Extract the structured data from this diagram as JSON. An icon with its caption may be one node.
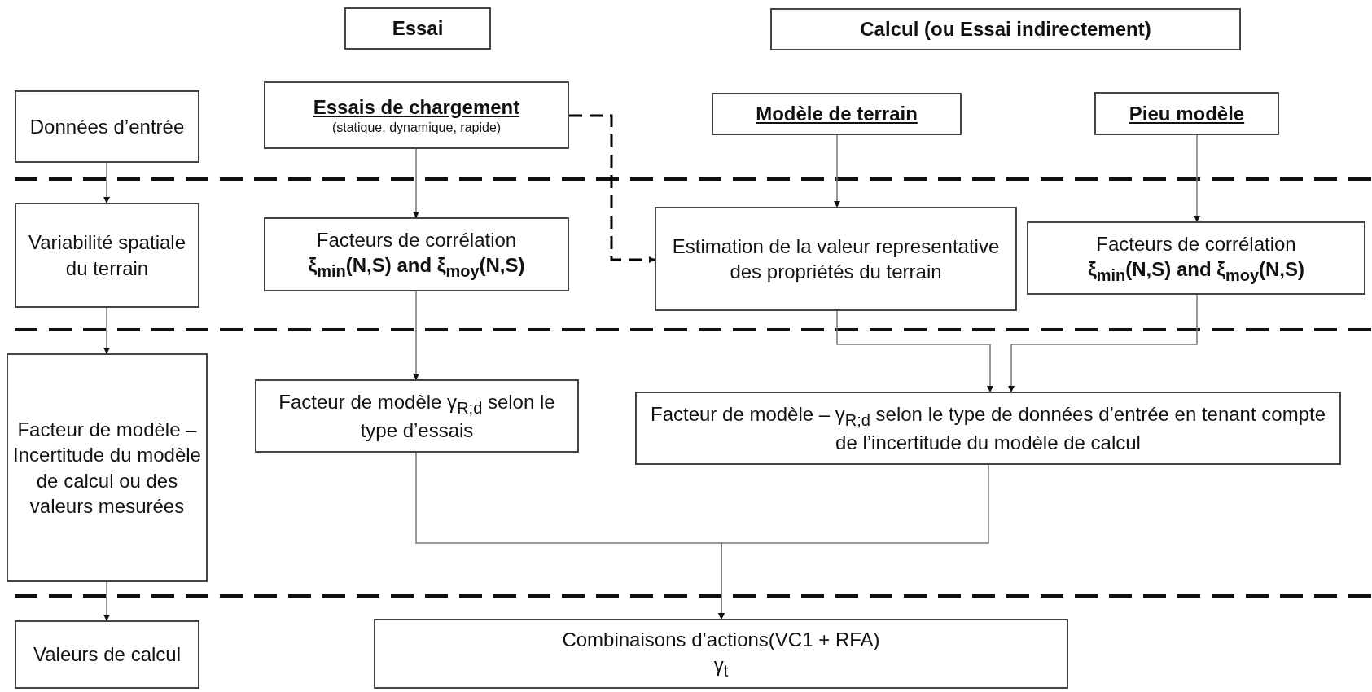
{
  "diagram": {
    "nodes": [
      {
        "text": [
          "Essai"
        ]
      },
      {
        "text": [
          "Calcul (ou Essai indirectement)"
        ]
      },
      {
        "text": [
          "Données d’entrée"
        ]
      },
      {
        "text": [
          "Essais de chargement",
          "(statique, dynamique, rapide)"
        ]
      },
      {
        "text": [
          "Modèle de terrain"
        ]
      },
      {
        "text": [
          "Pieu modèle"
        ]
      },
      {
        "text": [
          "Variabilité spatiale du terrain"
        ]
      },
      {
        "text": [
          "Facteurs de corrélation",
          "ξ$_{min}$(N,S) and ξ$_{moy}$(N,S)"
        ]
      },
      {
        "text": [
          "Estimation de la valeur representative des propriétés du terrain"
        ]
      },
      {
        "text": [
          "Facteurs de corrélation",
          "ξ$_{min}$(N,S) and ξ$_{moy}$(N,S)"
        ]
      },
      {
        "text": [
          "Facteur de modèle – Incertitude du modèle de calcul ou des valeurs mesurées"
        ]
      },
      {
        "text": [
          "Facteur de modèle γ$_{R;d}$ selon le type d’essais"
        ]
      },
      {
        "text": [
          "Facteur de modèle – γ$_{R;d}$ selon le type de données d’entrée en tenant compte de l’incertitude du modèle de calcul"
        ]
      },
      {
        "text": [
          "Valeurs de calcul"
        ]
      },
      {
        "text": [
          "Combinaisons d’actions(VC1 + RFA)",
          "γ$_{t}$"
        ]
      }
    ],
    "edges": [
      {
        "from": 2,
        "to": 6,
        "arrow": "to"
      },
      {
        "from": 3,
        "to": 7,
        "arrow": "to"
      },
      {
        "from": 3,
        "to": 8,
        "arrow": "to",
        "style": "dashed",
        "color": "#000000"
      },
      {
        "from": 4,
        "to": 8,
        "arrow": "to"
      },
      {
        "from": 5,
        "to": 9,
        "arrow": "to"
      },
      {
        "from": 6,
        "to": 10,
        "arrow": "to"
      },
      {
        "from": 7,
        "to": 11,
        "arrow": "to"
      },
      {
        "from": 8,
        "to": 12,
        "arrow": "to"
      },
      {
        "from": 9,
        "to": 12,
        "arrow": "to"
      },
      {
        "from": 10,
        "to": 13,
        "arrow": "to"
      },
      {
        "from": 11,
        "to": 14,
        "arrow": "to"
      },
      {
        "from": 12,
        "to": 14,
        "arrow": "to"
      }
    ]
  }
}
